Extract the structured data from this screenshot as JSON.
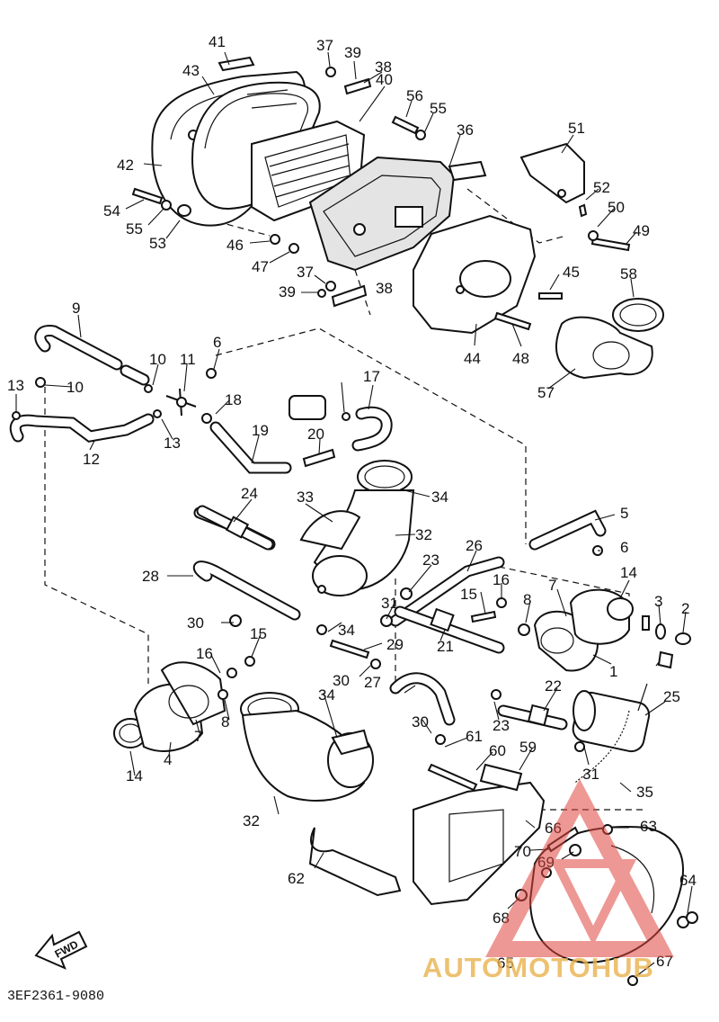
{
  "diagram": {
    "code": "3EF2361-9080",
    "fwd_label": "FWD",
    "watermark": "AUTOMOTOHUB",
    "callouts": [
      "41",
      "43",
      "37",
      "39",
      "38",
      "40",
      "56",
      "55",
      "36",
      "42",
      "54",
      "55",
      "53",
      "46",
      "47",
      "37",
      "39",
      "38",
      "51",
      "52",
      "50",
      "49",
      "45",
      "44",
      "48",
      "58",
      "57",
      "9",
      "10",
      "11",
      "6",
      "13",
      "10",
      "18",
      "17",
      "12",
      "13",
      "19",
      "20",
      "24",
      "33",
      "34",
      "32",
      "5",
      "6",
      "28",
      "26",
      "23",
      "16",
      "7",
      "14",
      "3",
      "2",
      "31",
      "15",
      "8",
      "30",
      "15",
      "34",
      "29",
      "21",
      "1",
      "16",
      "8",
      "30",
      "27",
      "22",
      "25",
      "4",
      "14",
      "7",
      "34",
      "23",
      "30",
      "61",
      "60",
      "59",
      "31",
      "35",
      "32",
      "66",
      "63",
      "62",
      "70",
      "69",
      "64",
      "68",
      "65",
      "67"
    ]
  }
}
